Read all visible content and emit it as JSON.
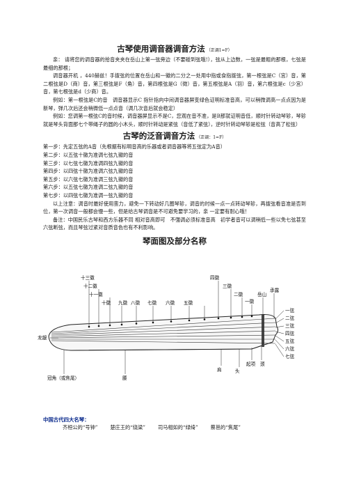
{
  "section1": {
    "title": "古琴使用调音器调音方法",
    "title_note": "（正调1=F）",
    "p1": "亲： 请将您的调音器的拾音夹夹在岳山上第一弦旁边（不要碰到弦哦!），弦从上边数，一弦是最粗的那根，七弦是最细的那根；",
    "p2": "调音器开机 ，440赫兹！手拨弦的位置在岳山和一徽的二分之一处用中指或食指拨弦，第一根弦是C（宫）音，第二根弦是D（商）音，第三根弦是F（角）音，第四根弦是G（徵）音，第五根弦是A（羽）音，第六根弦是c（少宫）音，第七根弦是d（少商）音。",
    "p3": "例如：第一根弦是C的音　调音器显示C 指针指向中间调音器屏变绿色证明标准音高，可以稍微调高一点点因为是新琴，弹几次后还会稍微低一点点音（调几次音后就会稳定）",
    "p4": "例如：您调第一根弦C的音时候，调音器屏显示不是C，您观在音不准，是B那就证明音低，顺时针转动琴轸，琴轸就是琴头背面那七个带绳子的圆的小木头，顺时针转动是紧弦（音低了紧弦），逆时针转动琴轸是松弦（音高了松弦）"
  },
  "section2": {
    "title": "古琴的泛音调音方法",
    "title_note": "（正调：1=F）",
    "steps": [
      "第一步：先定五弦的A音（先根据有标明音高的乐器或者调音器等将五弦定为A音）",
      "第二步：以五弦十徽为准调七弦九徽的音",
      "第三步：以七弦七徽为准调四弦九徽的音",
      "第四步：以四弦十徽为准调六弦九徽的音",
      "第五步：以六弦七徽为准调三弦九徽的音",
      "第六步：以五弦七徽为准调二弦九徽的音",
      "第七步：以四弦七徽为准调一弦九徽的音"
    ],
    "p_note": "以上注意：调音时最好使用蛮力，避免一下转动好几圈琴轸，调音的时候一点一点转动琴轸，再拨弦看音准是否到位，第一次调音一般都会慢一些，但是给古琴调音是不可避免要学习的，亲 一定要有耐心哦！",
    "p_remark": "备注：中国民乐古琴和西方乐器不同 相对音高即可　不强调必须标准音高　初学者音可以调稍低一些以免七弦甚至六弦断弦，而且琴弦过紧对音质音色也有不利影响。"
  },
  "section3": {
    "title": "琴面图及部分名称",
    "labels": {
      "hui13": "十三徽",
      "hui12": "十二徽",
      "hui11": "十一徽",
      "hui10": "十徽",
      "hui9": "九徽",
      "hui8": "八徽",
      "hui7": "七徽",
      "hui6": "六徽",
      "hui5": "五徽",
      "hui4": "四徽",
      "hui3": "三徽",
      "hui2": "二徽",
      "hui1": "一徽",
      "yueshan": "岳山",
      "chengluo": "承露",
      "s1": "一弦",
      "s2": "二弦",
      "s3": "三弦",
      "s4": "四弦",
      "s5": "五弦",
      "s6": "六弦",
      "s7": "七弦",
      "longyin": "龙龈",
      "guanjiao": "冠角（或焦尾）",
      "yao": "腰",
      "jianbang": "肩",
      "tou": "头",
      "qizi": "起项",
      "jing": "颈"
    }
  },
  "famous": {
    "title": "中国古代四大名琴：",
    "items": [
      "齐桓公的“号钟”",
      "楚庄王的“绕梁”",
      "司马相如的“绿绮”",
      "蔡邕的“焦尾”"
    ]
  }
}
